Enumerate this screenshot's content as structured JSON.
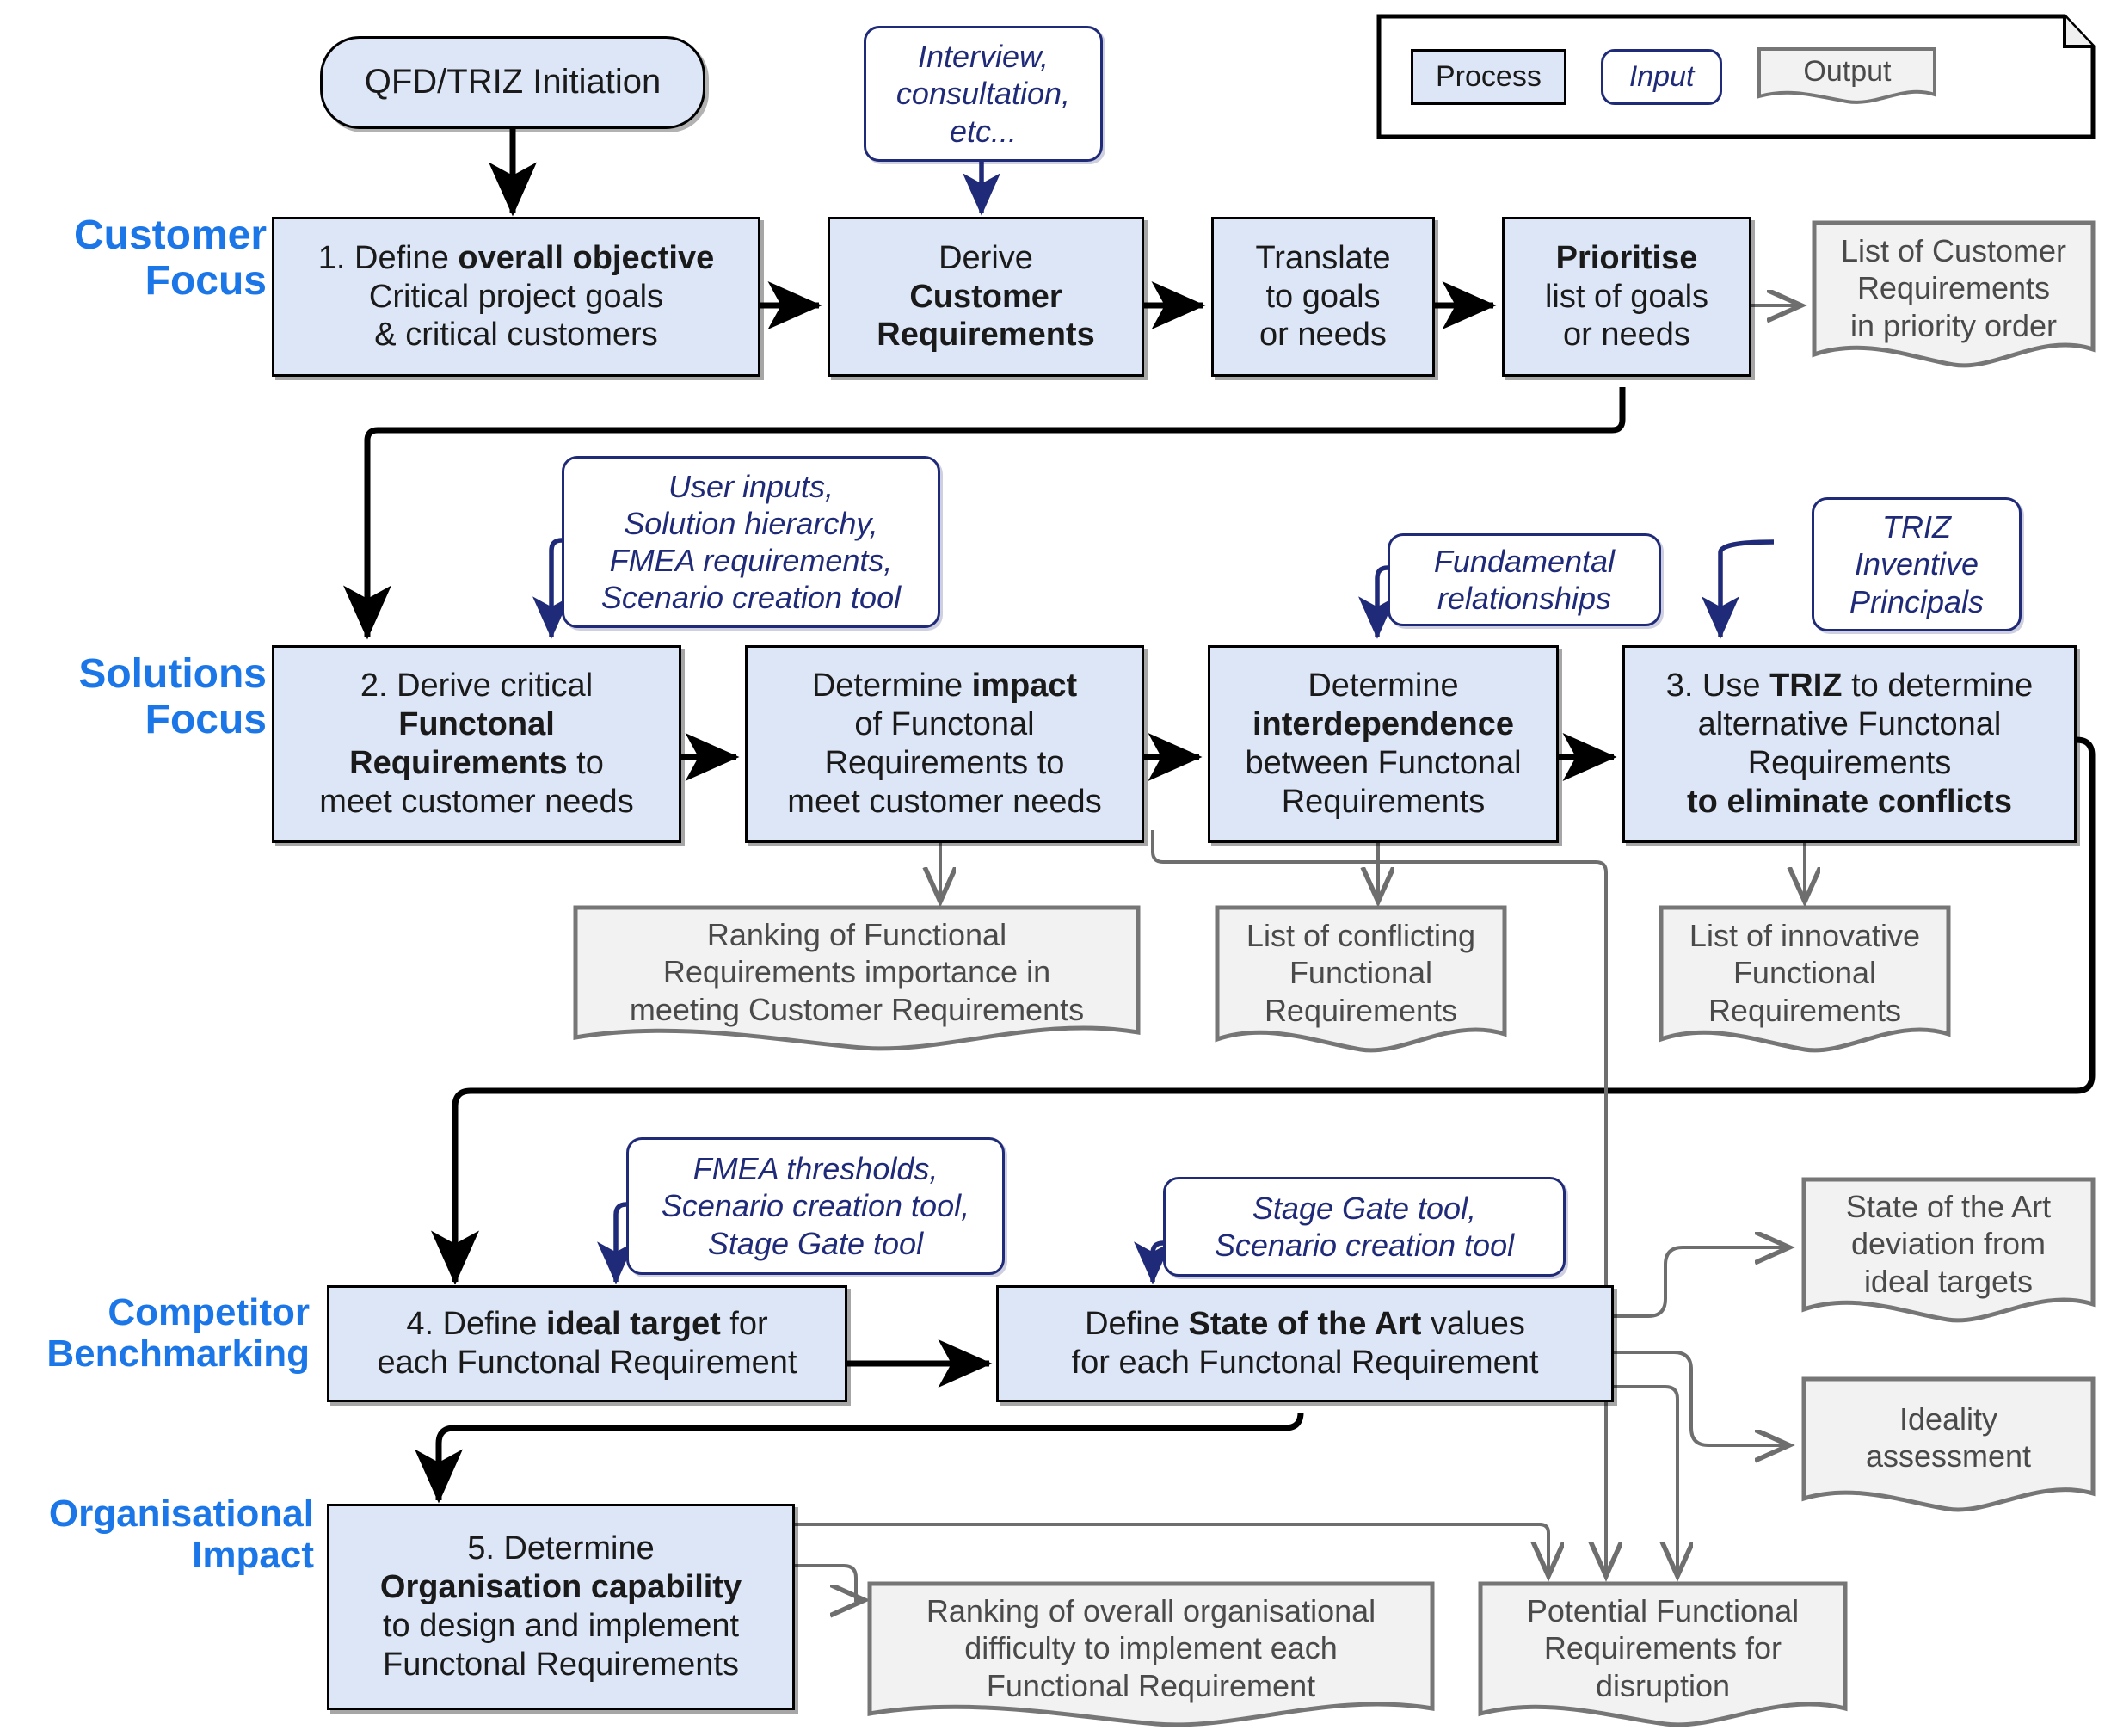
{
  "diagram": {
    "title": "QFD/TRIZ process flowchart",
    "colors": {
      "process_fill": "#dce6f7",
      "process_border": "#000000",
      "input_border": "#1f2a78",
      "output_fill": "#f2f2f2",
      "output_border": "#767676",
      "lane_label": "#1b76e8"
    }
  },
  "legend": {
    "process_label": "Process",
    "input_label": "Input",
    "output_label": "Output"
  },
  "lanes": [
    {
      "id": "customer-focus",
      "line1": "Customer",
      "line2": "Focus"
    },
    {
      "id": "solutions-focus",
      "line1": "Solutions",
      "line2": "Focus"
    },
    {
      "id": "competitor-benchmarking",
      "line1": "Competitor",
      "line2": "Benchmarking"
    },
    {
      "id": "organisational-impact",
      "line1": "Organisational",
      "line2": "Impact"
    }
  ],
  "start": {
    "label": "QFD/TRIZ Initiation"
  },
  "inputs": {
    "interview": "Interview,\nconsultation,\netc...",
    "user_inputs": "User inputs,\nSolution hierarchy,\nFMEA requirements,\nScenario creation tool",
    "fundamental": "Fundamental\nrelationships",
    "triz": "TRIZ\nInventive\nPrincipals",
    "fmea_thresholds": "FMEA thresholds,\nScenario creation tool,\nStage Gate tool",
    "stage_gate": "Stage Gate tool,\nScenario creation tool"
  },
  "processes": {
    "p1": {
      "l1": "1. Define ",
      "b1": "overall objective",
      "l2": "Critical project goals",
      "l3": "& critical customers"
    },
    "p1b": {
      "l1": "Derive",
      "b1": "Customer",
      "b2": "Requirements"
    },
    "p1c": {
      "l1": "Translate",
      "l2": "to goals",
      "l3": "or needs"
    },
    "p1d": {
      "b1": "Prioritise",
      "l2": "list of goals",
      "l3": "or needs"
    },
    "p2": {
      "l1": "2. Derive critical",
      "b1": "Functonal",
      "b2": "Requirements",
      "t2": " to",
      "l3": "meet customer needs"
    },
    "p2b": {
      "l1": "Determine ",
      "b1": "impact",
      "l2": "of Functonal",
      "l3": "Requirements to",
      "l4": "meet customer needs"
    },
    "p2c": {
      "l1": "Determine",
      "b1": "interdependence",
      "l2": "between Functonal",
      "l3": "Requirements"
    },
    "p3": {
      "l1": "3. Use ",
      "b1": "TRIZ",
      "t1": " to determine",
      "l2": "alternative Functonal",
      "l3": "Requirements",
      "b2": "to eliminate conflicts"
    },
    "p4": {
      "l1": "4. Define ",
      "b1": "ideal target",
      "t1": " for",
      "l2": "each Functonal Requirement"
    },
    "p4b": {
      "l1": "Define ",
      "b1": "State of the Art",
      "t1": " values",
      "l2": "for each Functonal Requirement"
    },
    "p5": {
      "l1": "5. Determine",
      "b1": "Organisation capability",
      "l2": "to design and implement",
      "l3": "Functonal Requirements"
    }
  },
  "outputs": {
    "o1": "List of Customer\nRequirements\nin priority order",
    "o2": "Ranking of Functional\nRequirements importance in\nmeeting Customer Requirements",
    "o3": "List of conflicting\nFunctional\nRequirements",
    "o4": "List of innovative\nFunctional\nRequirements",
    "o5": "State of the Art\ndeviation from\nideal targets",
    "o6": "Ideality\nassessment",
    "o7": "Ranking of overall organisational\ndifficulty to implement each\nFunctional Requirement",
    "o8": "Potential Functional\nRequirements for\ndisruption"
  }
}
